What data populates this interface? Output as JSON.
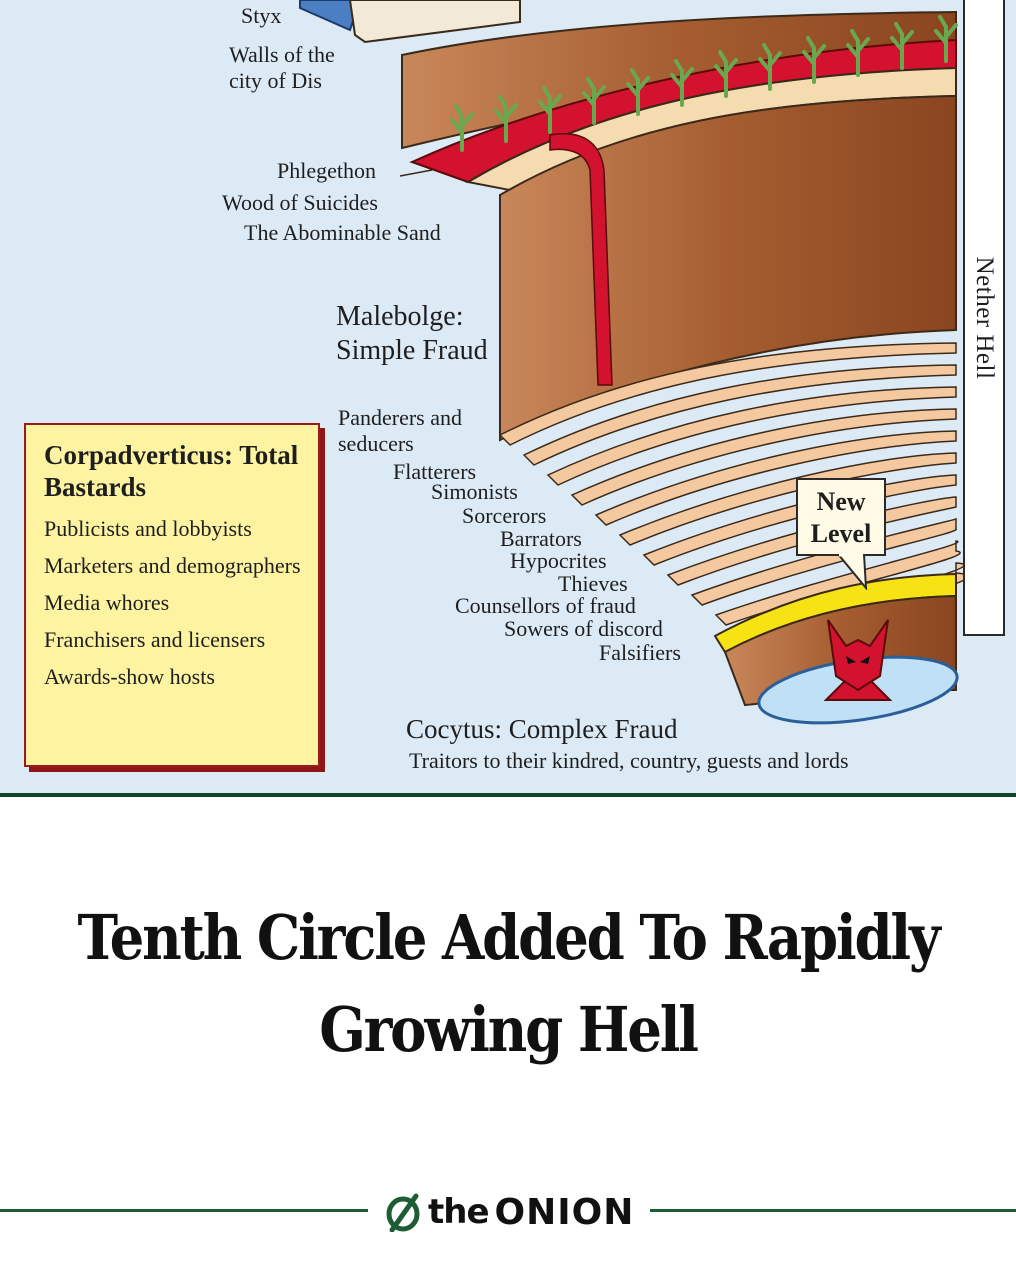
{
  "illustration": {
    "labels": {
      "styx": "Styx",
      "walls": "Walls of the city of Dis",
      "phlegethon": "Phlegethon",
      "wood": "Wood of Suicides",
      "sand": "The Abominable Sand",
      "malebolge": "Malebolge: Simple Fraud",
      "panderers": "Panderers and seducers",
      "flatterers": "Flatterers",
      "simonists": "Simonists",
      "sorcerors": "Sorcerors",
      "barrators": "Barrators",
      "hypocrites": "Hypocrites",
      "thieves": "Thieves",
      "counsellors": "Counsellors of fraud",
      "sowers": "Sowers of discord",
      "falsifiers": "Falsifiers",
      "cocytus": "Cocytus: Complex Fraud",
      "traitors": "Traitors to their kindred, country, guests and lords"
    },
    "sidebar": {
      "title": "Corpadverticus: Total Bastards",
      "items": [
        "Publicists and lobbyists",
        "Marketers and demographers",
        "Media whores",
        "Franchisers and licensers",
        "Awards-show hosts"
      ]
    },
    "nether_hell": "Nether Hell",
    "new_level": "New Level",
    "colors": {
      "background": "#dceaf6",
      "earth": "#a15e34",
      "river": "#d2122e",
      "new_level": "#f7e214",
      "sand": "#f5dcb0"
    }
  },
  "headline": "Tenth Circle Added To Rapidly Growing Hell",
  "brand": {
    "the": "the",
    "onion": "ONION",
    "color": "#1d5c34"
  }
}
